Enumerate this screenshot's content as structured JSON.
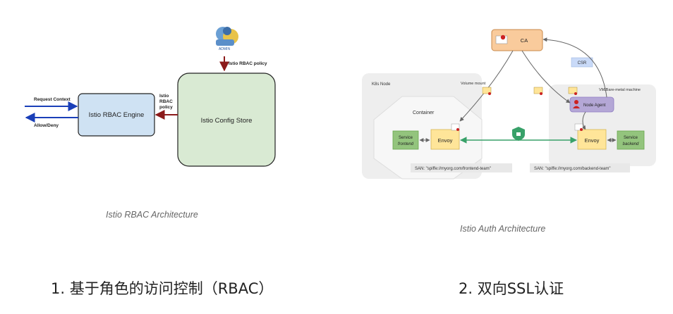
{
  "rbac": {
    "request_context": "Request Context",
    "allow_deny": "Allow/Deny",
    "engine_label": "Istio RBAC Engine",
    "config_store_label": "Istio Config Store",
    "policy_side_lines": [
      "Istio",
      "RBAC",
      "policy"
    ],
    "policy_top": "Istio RBAC policy",
    "admin_label": "ADMIN",
    "caption": "Istio RBAC Architecture"
  },
  "auth": {
    "ca": "CA",
    "csr": "CSR",
    "k8s_node": "K8s Node",
    "volume_mount": "Volume mount",
    "vm_machine": "VM/Bare-metal machine",
    "container": "Container",
    "node_agent": "Node Agent",
    "service_frontend": [
      "Service",
      "frontend"
    ],
    "service_backend": [
      "Service",
      "backend"
    ],
    "envoy_left": "Envoy",
    "envoy_right": "Envoy",
    "san_frontend": "SAN: \"spiffe://myorg.com/frontend-team\"",
    "san_backend": "SAN: \"spiffe://myorg.com/backend-team\"",
    "caption": "Istio Auth Architecture"
  },
  "bottom": {
    "left": "1. 基于角色的访问控制（RBAC）",
    "right": "2. 双向SSL认证"
  },
  "colors": {
    "engine_fill": "#cfe2f3",
    "store_fill": "#d9ead3",
    "arrow_blue": "#1a3fb8",
    "arrow_red": "#8b1a1a",
    "ca_fill": "#f9cb9c",
    "node_agent_fill": "#b4a7d6",
    "envoy_fill": "#ffe599",
    "service_fill": "#93c47d",
    "tls_green": "#38a169",
    "csr_fill": "#c9daf8"
  }
}
